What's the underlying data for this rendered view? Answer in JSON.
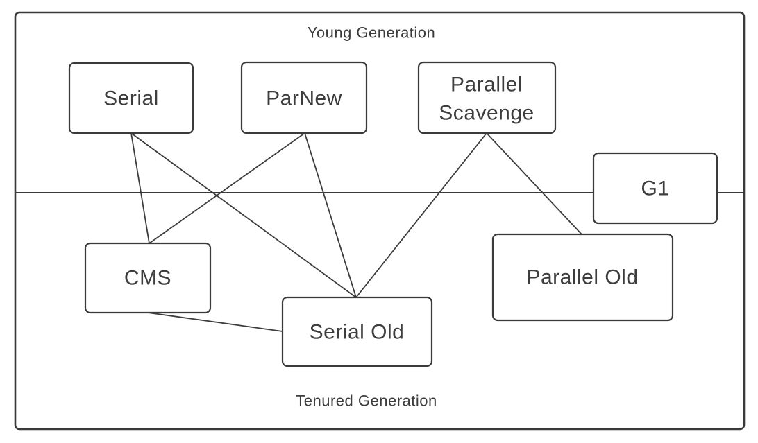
{
  "diagram": {
    "title_young": "Young Generation",
    "title_tenured": "Tenured Generation",
    "nodes": [
      {
        "id": "serial",
        "label": "Serial",
        "generation": "young"
      },
      {
        "id": "parnew",
        "label": "ParNew",
        "generation": "young"
      },
      {
        "id": "parallel-scavenge",
        "label": "Parallel Scavenge",
        "lines": [
          "Parallel",
          "Scavenge"
        ],
        "generation": "young"
      },
      {
        "id": "g1",
        "label": "G1",
        "generation": "both"
      },
      {
        "id": "cms",
        "label": "CMS",
        "generation": "tenured"
      },
      {
        "id": "serial-old",
        "label": "Serial Old",
        "generation": "tenured"
      },
      {
        "id": "parallel-old",
        "label": "Parallel Old",
        "generation": "tenured"
      }
    ],
    "edges": [
      {
        "from": "serial",
        "to": "cms"
      },
      {
        "from": "serial",
        "to": "serial-old"
      },
      {
        "from": "parnew",
        "to": "cms"
      },
      {
        "from": "parnew",
        "to": "serial-old"
      },
      {
        "from": "parallel-scavenge",
        "to": "serial-old"
      },
      {
        "from": "parallel-scavenge",
        "to": "parallel-old"
      },
      {
        "from": "cms",
        "to": "serial-old"
      }
    ],
    "colors": {
      "stroke": "#3a3a3a",
      "text": "#3d3d3d",
      "background": "#ffffff"
    }
  }
}
